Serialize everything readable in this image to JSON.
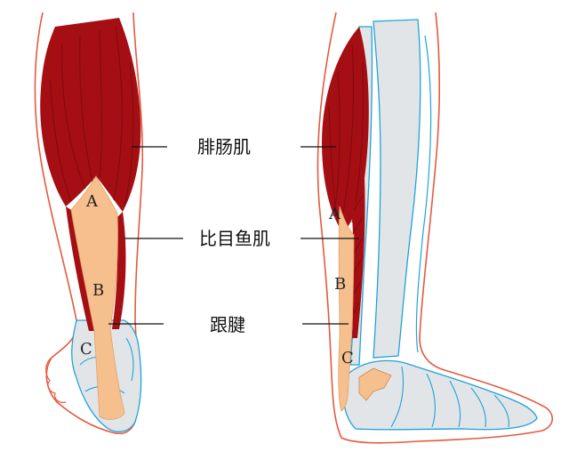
{
  "labels": {
    "gastrocnemius": "腓肠肌",
    "soleus": "比目鱼肌",
    "achilles_tendon": "跟腱"
  },
  "points": {
    "a": "A",
    "b": "B",
    "c": "C"
  },
  "colors": {
    "muscle": "#a50f14",
    "muscle_dark": "#7c0a0e",
    "tendon": "#f6c08e",
    "bone": "#e2e5e8",
    "bone_outline": "#1fa3d6",
    "skin_outline": "#e35a3f"
  }
}
